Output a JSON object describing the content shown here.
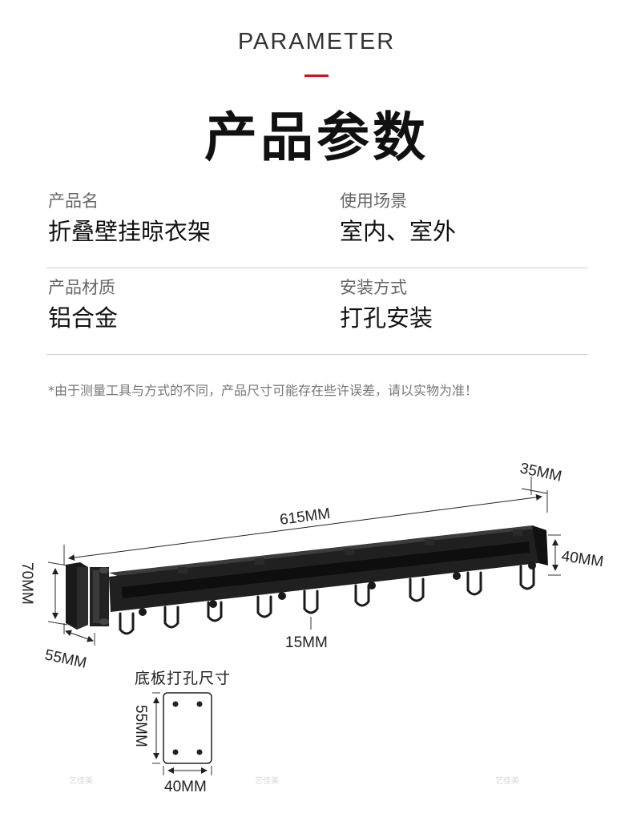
{
  "header": {
    "en_title": "PARAMETER",
    "cn_title": "产品参数",
    "accent_color": "#c8161d"
  },
  "params": [
    {
      "label": "产品名",
      "value": "折叠壁挂晾衣架"
    },
    {
      "label": "使用场景",
      "value": "室内、室外"
    },
    {
      "label": "产品材质",
      "value": "铝合金"
    },
    {
      "label": "安装方式",
      "value": "打孔安装"
    }
  ],
  "note": "*由于测量工具与方式的不同，产品尺寸可能存在些许误差，请以实物为准！",
  "dimensions": {
    "length": "615MM",
    "depth": "35MM",
    "bar_height": "40MM",
    "base_height": "70MM",
    "base_width": "55MM",
    "hook_gap": "15MM"
  },
  "plate": {
    "title": "底板打孔尺寸",
    "height": "55MM",
    "width": "40MM"
  },
  "watermarks": [
    "艺佳美",
    "艺佳美",
    "艺佳美"
  ]
}
